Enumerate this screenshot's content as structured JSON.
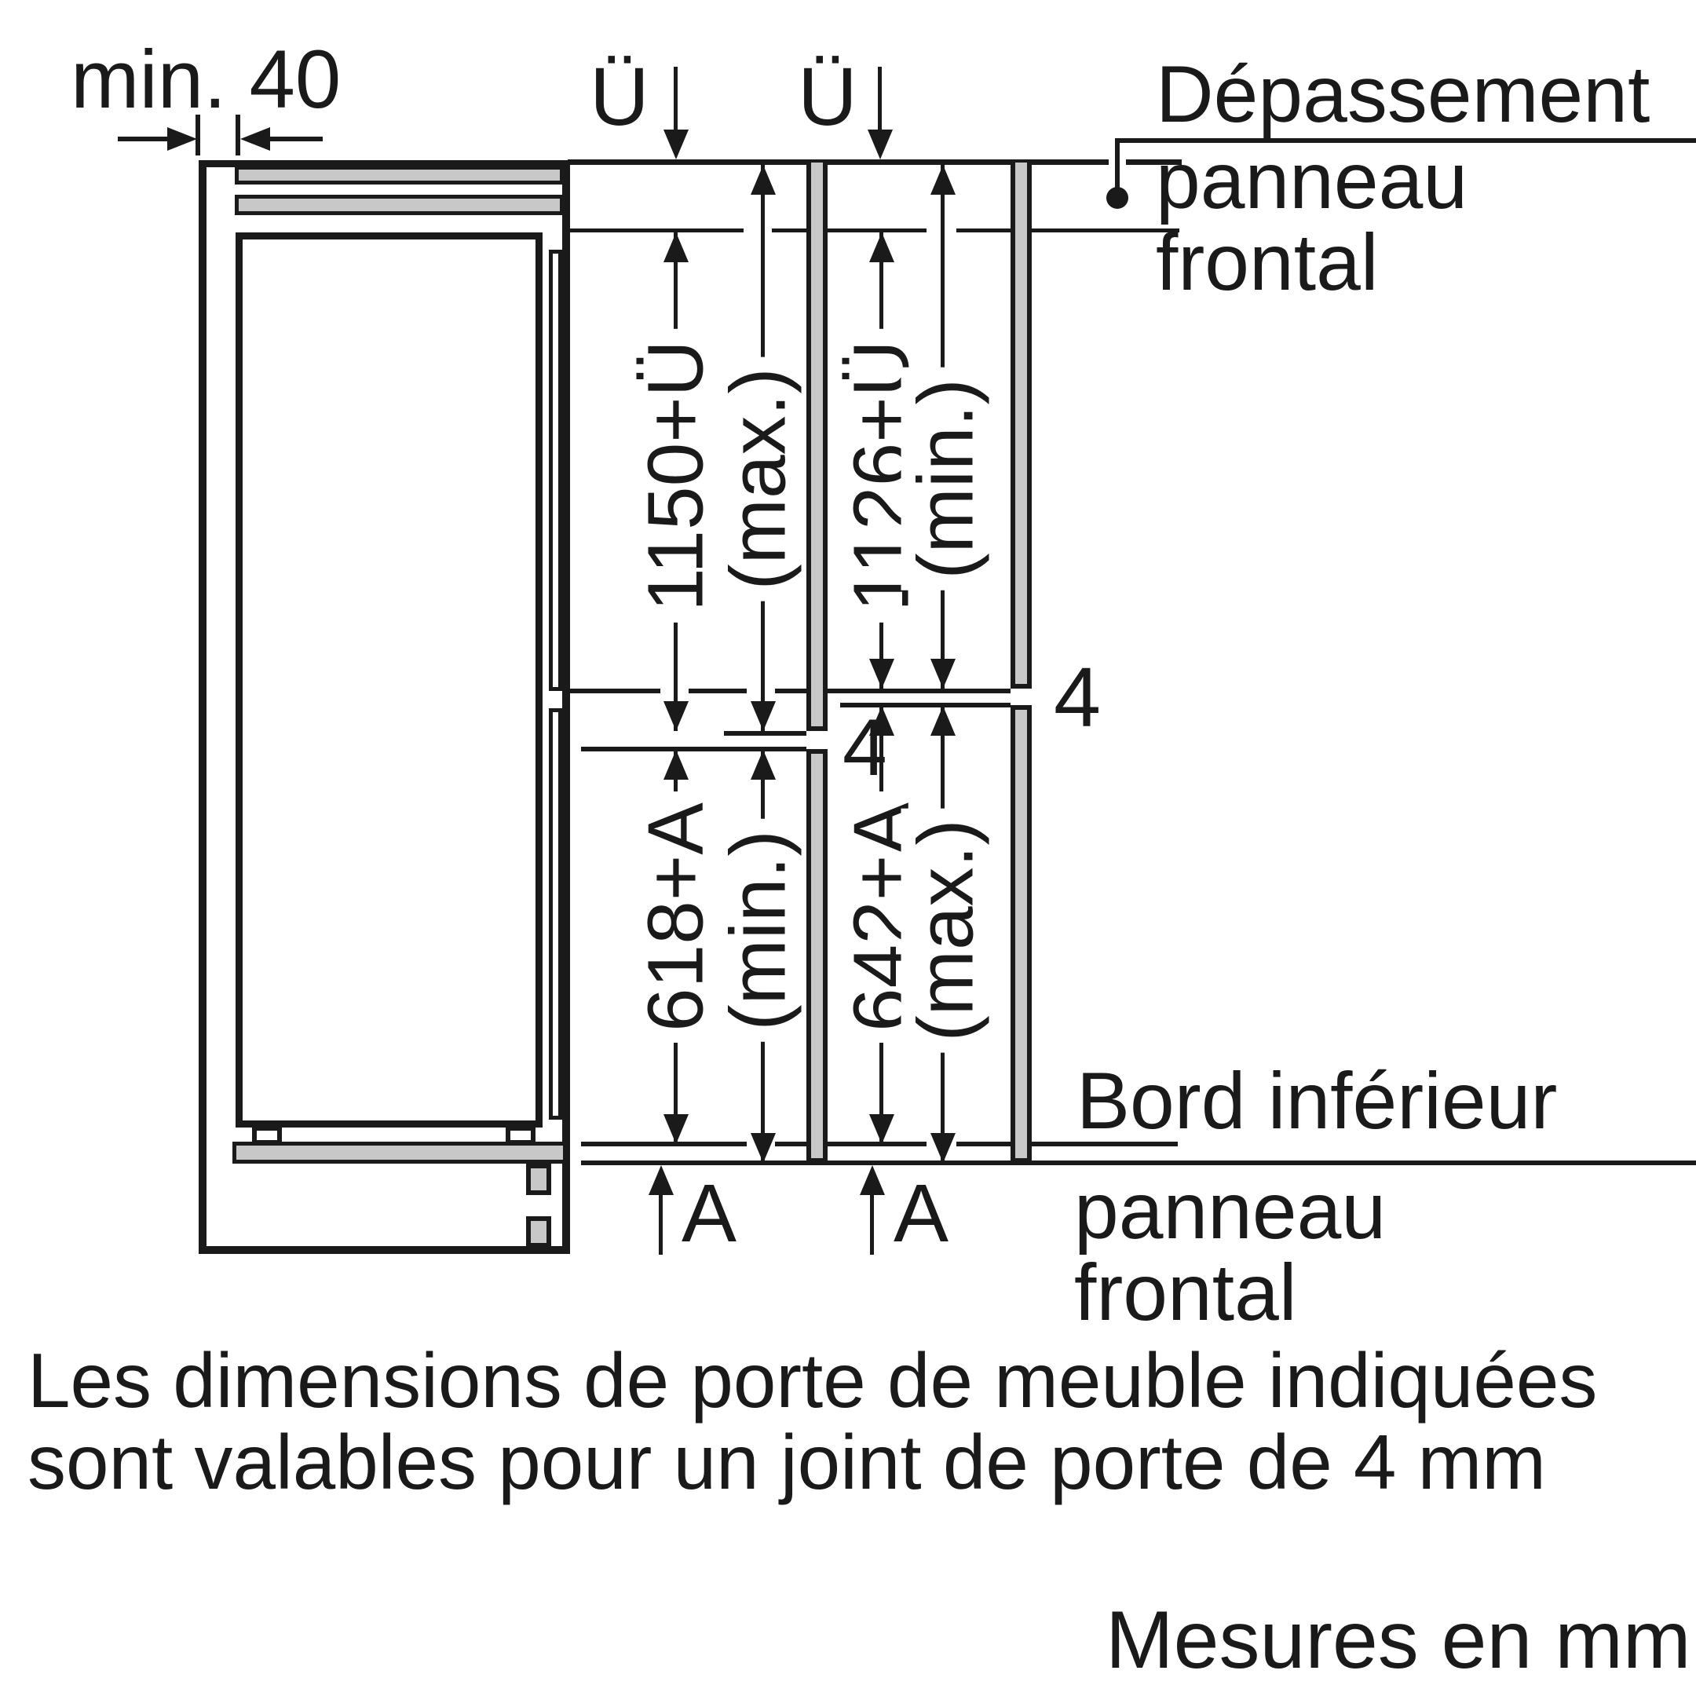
{
  "diagram": {
    "top_left_dimension": {
      "label": "min. 40"
    },
    "overhang_labels": {
      "u1": "Ü",
      "u2": "Ü"
    },
    "column_left": {
      "upper_value": "1150+Ü",
      "upper_qualifier": "(max.)",
      "lower_value": "618+A",
      "lower_qualifier": "(min.)",
      "gap_label": "4",
      "bottom_ref": "A"
    },
    "column_right": {
      "upper_value": "1126+Ü",
      "upper_qualifier": "(min.)",
      "lower_value": "642+A",
      "lower_qualifier": "(max.)",
      "gap_label": "4",
      "bottom_ref": "A"
    },
    "callout_top": {
      "line1": "Dépassement",
      "line2": "panneau",
      "line3": "frontal"
    },
    "callout_bottom": {
      "line1": "Bord inférieur",
      "line2": "panneau",
      "line3": "frontal"
    }
  },
  "caption": {
    "line1": "Les dimensions de porte de meuble indiquées",
    "line2": "sont valables pour un joint de porte de 4 mm"
  },
  "footnote": {
    "units": "Mesures en mm"
  },
  "colors": {
    "line": "#1a1a1a",
    "panel_gray": "#c8c8c8",
    "background": "#ffffff"
  }
}
